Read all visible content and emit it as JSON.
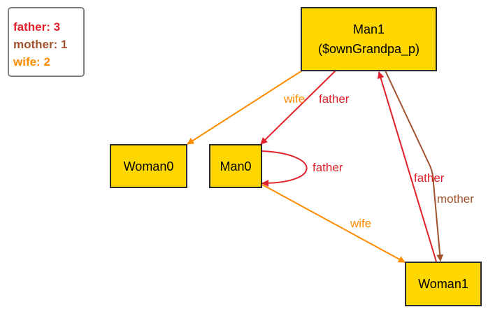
{
  "colors": {
    "father": "#E0202A",
    "mother": "#A0522D",
    "wife": "#FF8C00",
    "node_fill": "#FFD700",
    "node_border": "#2b2b2b"
  },
  "legend": {
    "items": [
      {
        "label": "father: 3",
        "relation": "father"
      },
      {
        "label": "mother: 1",
        "relation": "mother"
      },
      {
        "label": "wife: 2",
        "relation": "wife"
      }
    ]
  },
  "nodes": {
    "man1": {
      "label": "Man1",
      "sublabel": "($ownGrandpa_p)"
    },
    "woman0": {
      "label": "Woman0"
    },
    "man0": {
      "label": "Man0"
    },
    "woman1": {
      "label": "Woman1"
    }
  },
  "edges": [
    {
      "from": "man1",
      "to": "woman0",
      "relation": "wife",
      "label": "wife"
    },
    {
      "from": "man1",
      "to": "man0",
      "relation": "father",
      "label": "father"
    },
    {
      "from": "man0",
      "to": "man0",
      "relation": "father",
      "label": "father"
    },
    {
      "from": "man0",
      "to": "woman1",
      "relation": "wife",
      "label": "wife"
    },
    {
      "from": "woman1",
      "to": "man1",
      "relation": "father",
      "label": "father"
    },
    {
      "from": "man1",
      "to": "woman1",
      "relation": "mother",
      "label": "mother"
    }
  ]
}
